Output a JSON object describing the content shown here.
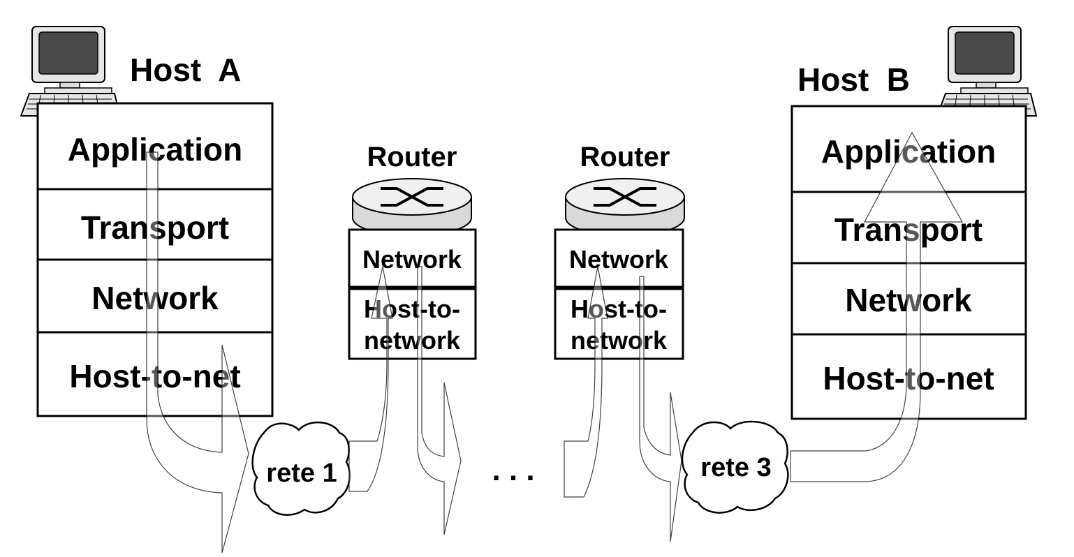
{
  "host_a": {
    "title": "Host  A",
    "layers": [
      "Application",
      "Transport",
      "Network",
      "Host-to-net"
    ]
  },
  "host_b": {
    "title": "Host  B",
    "layers": [
      "Application",
      "Transport",
      "Network",
      "Host-to-net"
    ]
  },
  "router_1": {
    "title": "Router",
    "layer_network": "Network",
    "layer_link_line1": "Host-to-",
    "layer_link_line2": "network"
  },
  "router_2": {
    "title": "Router",
    "layer_network": "Network",
    "layer_link_line1": "Host-to-",
    "layer_link_line2": "network"
  },
  "networks": {
    "net1": "rete 1",
    "net3": "rete 3"
  },
  "ellipsis": ". . .",
  "icons": [
    "computer-icon",
    "router-icon",
    "cloud-icon",
    "arrow-icon"
  ]
}
